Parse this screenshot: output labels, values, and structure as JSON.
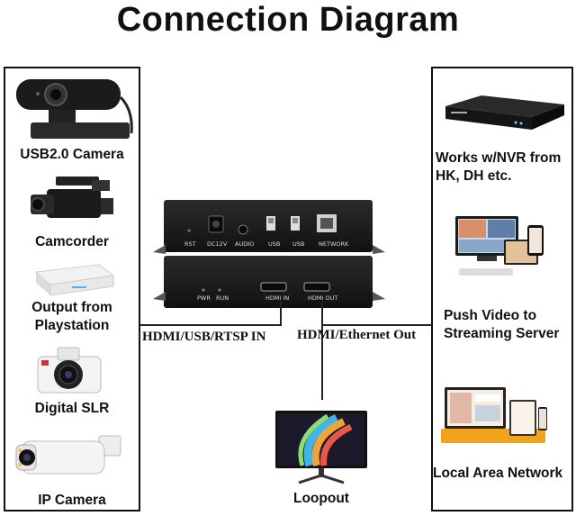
{
  "title": "Connection Diagram",
  "inputs": {
    "usb_camera": "USB2.0 Camera",
    "camcorder": "Camcorder",
    "playstation_line1": "Output from",
    "playstation_line2": "Playstation",
    "slr": "Digital SLR",
    "ip_camera": "IP Camera"
  },
  "outputs": {
    "nvr_line1": "Works w/NVR from",
    "nvr_line2": "HK, DH etc.",
    "push_line1": "Push Video to",
    "push_line2": "Streaming Server",
    "lan": "Local Area Network"
  },
  "connections": {
    "in_label": "HDMI/USB/RTSP IN",
    "out_label": "HDMI/Ethernet Out",
    "loopout": "Loopout"
  },
  "encoder": {
    "top_ports": [
      "RST",
      "DC12V",
      "AUDIO",
      "USB",
      "USB",
      "NETWORK"
    ],
    "bottom_ports": [
      "PWR",
      "RUN",
      "HDMI IN",
      "HDMI OUT"
    ]
  }
}
